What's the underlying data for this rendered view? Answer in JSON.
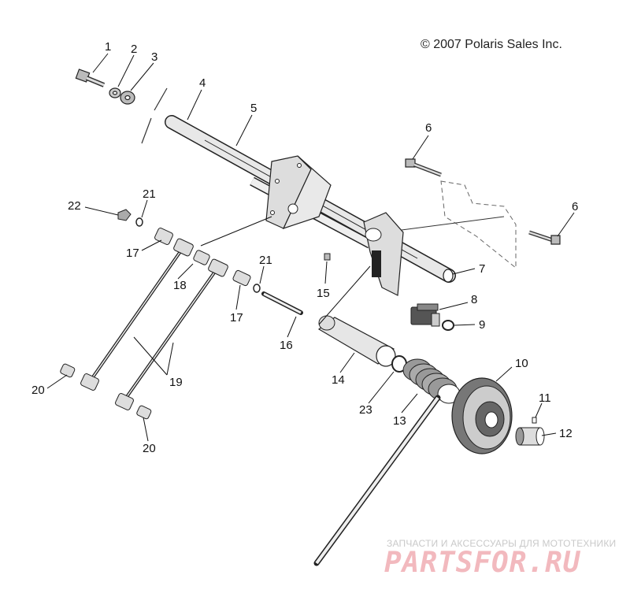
{
  "copyright": "© 2007 Polaris Sales Inc.",
  "watermark": {
    "subtitle": "ЗАПЧАСТИ И АКСЕССУАРЫ ДЛЯ МОТОТЕХНИКИ",
    "logo_text": "PARTSFOR.RU"
  },
  "callouts": [
    "1",
    "2",
    "3",
    "4",
    "5",
    "6",
    "6",
    "7",
    "8",
    "9",
    "10",
    "11",
    "12",
    "13",
    "14",
    "15",
    "16",
    "17",
    "17",
    "18",
    "19",
    "20",
    "20",
    "21",
    "21",
    "22",
    "23"
  ]
}
